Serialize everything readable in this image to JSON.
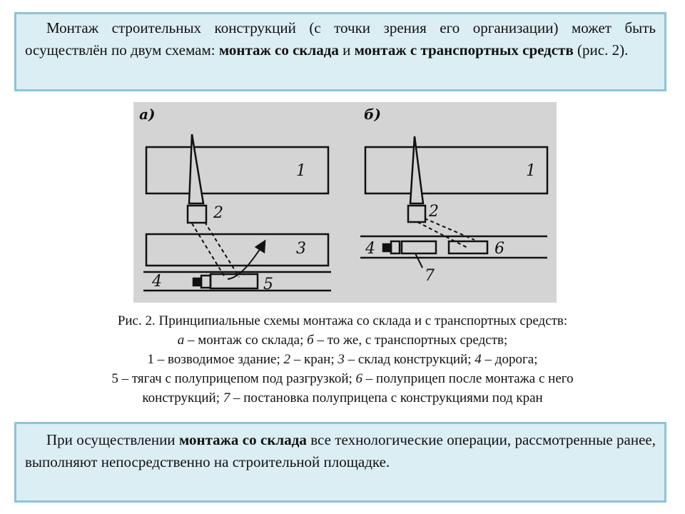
{
  "intro": {
    "seg1": "Монтаж строительных конструкций (с точки зрения его организации) может быть осуществлён по двум схемам: ",
    "bold1": "монтаж со склада",
    "seg2": " и ",
    "bold2": "монтаж с транспортных средств",
    "seg3": " (рис. 2)."
  },
  "figure": {
    "panel_a_label": "а)",
    "panel_b_label": "б)",
    "labels_a": [
      "1",
      "2",
      "3",
      "4",
      "5"
    ],
    "labels_b": [
      "1",
      "2",
      "4",
      "6",
      "7"
    ]
  },
  "caption": {
    "line1": "Рис. 2. Принципиальные схемы монтажа со склада и с транспортных средств:",
    "l2_a": "а",
    "l2_t1": " – монтаж со склада; ",
    "l2_b": "б",
    "l2_t2": " – то же, с транспортных средств;",
    "l3_t1": "1 – возводимое здание; ",
    "l3_n2": "2",
    "l3_t2": " – кран; ",
    "l3_n3": "3",
    "l3_t3": " – склад конструкций; ",
    "l3_n4": "4",
    "l3_t4": " – дорога;",
    "l4_t1": "5 – тягач с полуприцепом под разгрузкой; ",
    "l4_n6": "6",
    "l4_t2": " – полуприцеп после монтажа с него",
    "l5_t1": "конструкций; ",
    "l5_n7": "7",
    "l5_t2": " – постановка полуприцепа с конструкциями под кран"
  },
  "outro": {
    "seg1": "При осуществлении ",
    "bold1": "монтажа со склада",
    "seg2": " все технологические операции, рассмотренные ранее, выполняют непосредственно на строительной площадке."
  }
}
